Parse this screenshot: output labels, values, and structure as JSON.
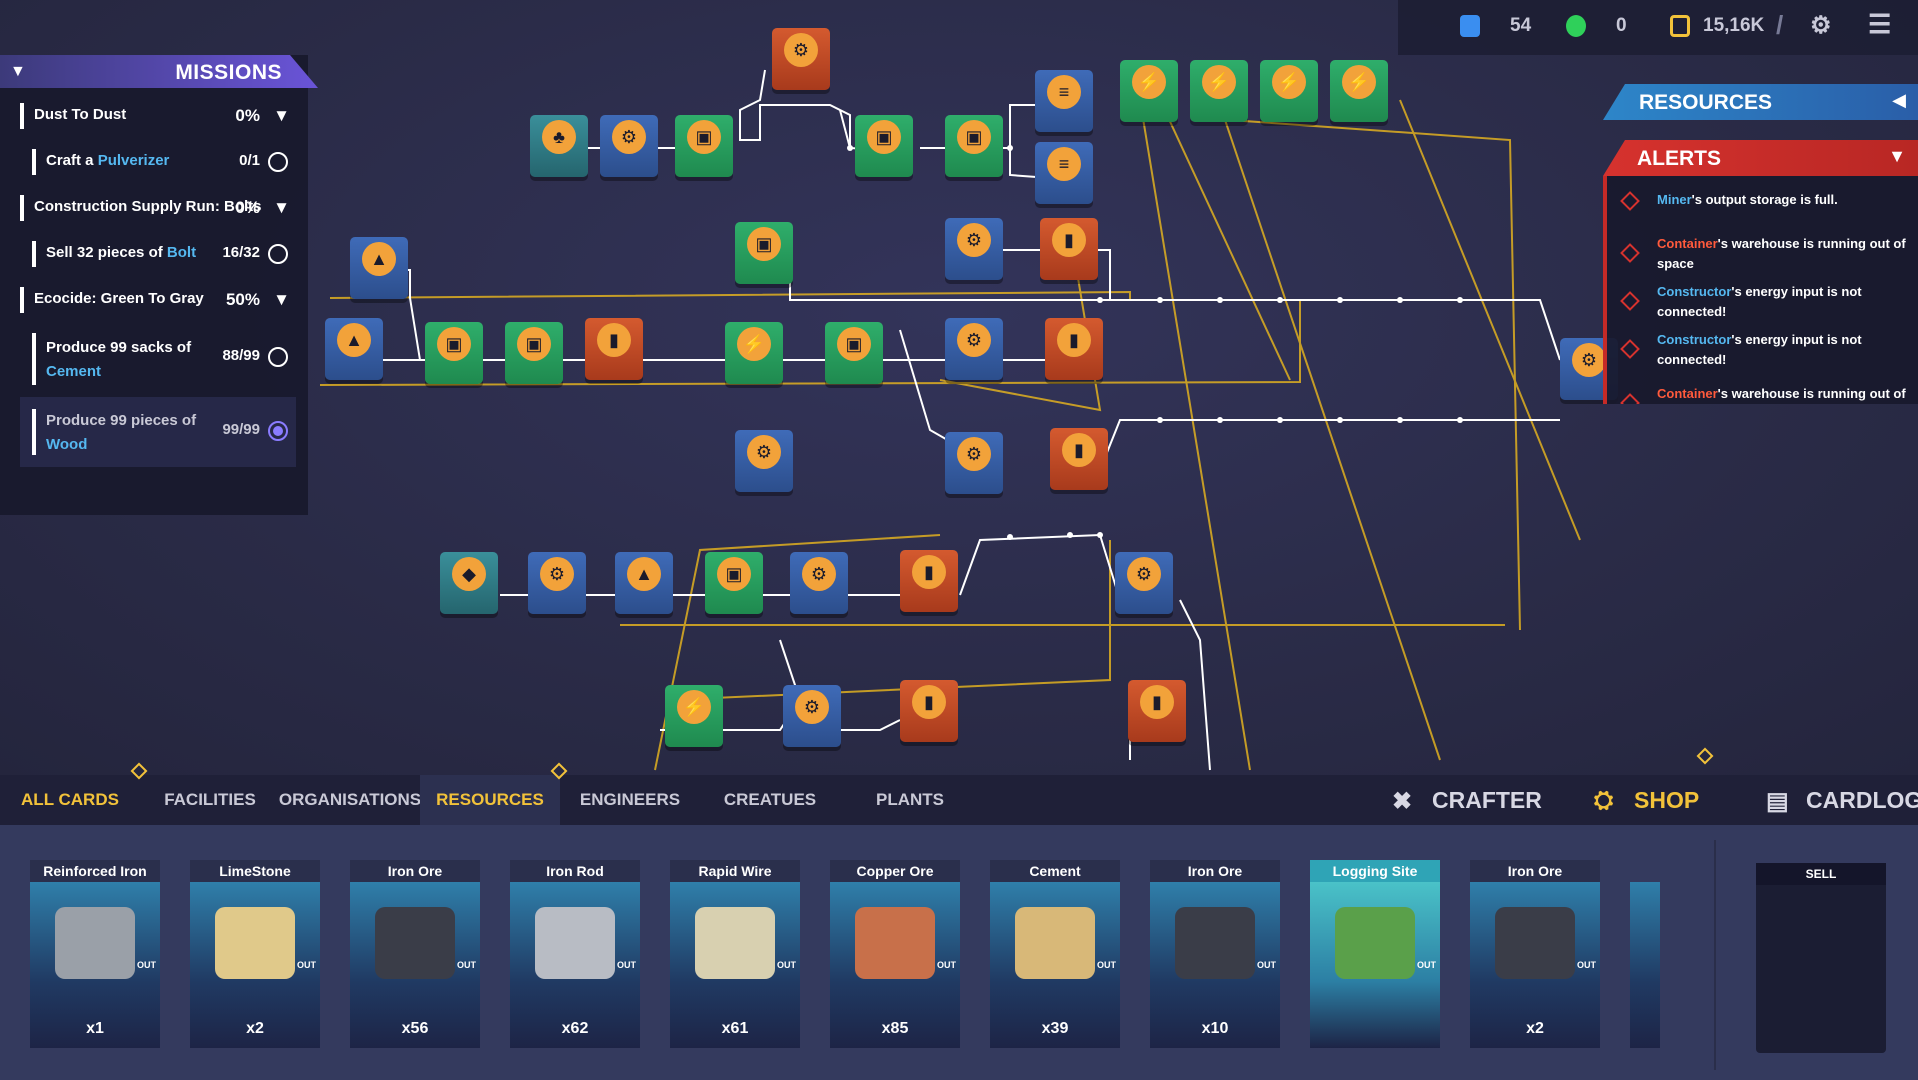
{
  "stats": {
    "cards": "54",
    "workers": "0",
    "coins": "15,16K"
  },
  "missions": {
    "title": "MISSIONS",
    "items": [
      {
        "text": "Dust To Dust",
        "pct": "0%"
      },
      {
        "pre": "Craft a ",
        "hl": "Pulverizer",
        "count": "0/1"
      },
      {
        "text": "Construction Supply Run: Bolts",
        "pct": "0%"
      },
      {
        "pre": "Sell 32 pieces of ",
        "hl": "Bolt",
        "count": "16/32"
      },
      {
        "text": "Ecocide: Green To Gray",
        "pct": "50%"
      },
      {
        "pre": "Produce 99 sacks of",
        "hl": "Cement",
        "count": "88/99"
      },
      {
        "pre": "Produce 99 pieces of",
        "hl": "Wood",
        "count": "99/99"
      }
    ]
  },
  "resources": {
    "title": "RESOURCES"
  },
  "alerts": {
    "title": "ALERTS",
    "items": [
      {
        "entity": "Miner",
        "msg": "'s output storage is full.",
        "color": "blue"
      },
      {
        "entity": "Container",
        "msg": "'s warehouse is running out of space",
        "color": "red"
      },
      {
        "entity": "Constructor",
        "msg": "'s energy input is not connected!",
        "color": "blue"
      },
      {
        "entity": "Constructor",
        "msg": "'s energy input is not connected!",
        "color": "blue"
      },
      {
        "entity": "Container",
        "msg": "'s warehouse is running out of",
        "color": "red"
      }
    ]
  },
  "tabs": [
    "ALL CARDS",
    "FACILITIES",
    "ORGANISATIONS",
    "RESOURCES",
    "ENGINEERS",
    "CREATUES",
    "PLANTS"
  ],
  "right_tabs": {
    "crafter": "CRAFTER",
    "shop": "SHOP",
    "cardlog": "CARDLOG"
  },
  "cards": [
    {
      "name": "Reinforced Iron Plate",
      "qty": "x1",
      "art": "#9aa0a8"
    },
    {
      "name": "LimeStone",
      "qty": "x2",
      "art": "#e0c98a"
    },
    {
      "name": "Iron Ore",
      "qty": "x56",
      "art": "#3a3d48"
    },
    {
      "name": "Iron Rod",
      "qty": "x62",
      "art": "#b8bcc4"
    },
    {
      "name": "Rapid Wire",
      "qty": "x61",
      "art": "#d8d0b0"
    },
    {
      "name": "Copper Ore",
      "qty": "x85",
      "art": "#c8704a"
    },
    {
      "name": "Cement",
      "qty": "x39",
      "art": "#d8b878"
    },
    {
      "name": "Iron Ore",
      "qty": "x10",
      "art": "#3a3d48"
    },
    {
      "name": "Logging Site",
      "qty": "",
      "art": "#5aa04a"
    },
    {
      "name": "Iron Ore",
      "qty": "x2",
      "art": "#3a3d48"
    }
  ],
  "card_out": "OUT",
  "sell": "SELL",
  "colors": {
    "missions_accent": "#6a54d8",
    "resources_accent": "#2d86c9",
    "alerts_accent": "#d6322e",
    "active_tab": "#f2c23a",
    "link": "#55b8f0"
  }
}
